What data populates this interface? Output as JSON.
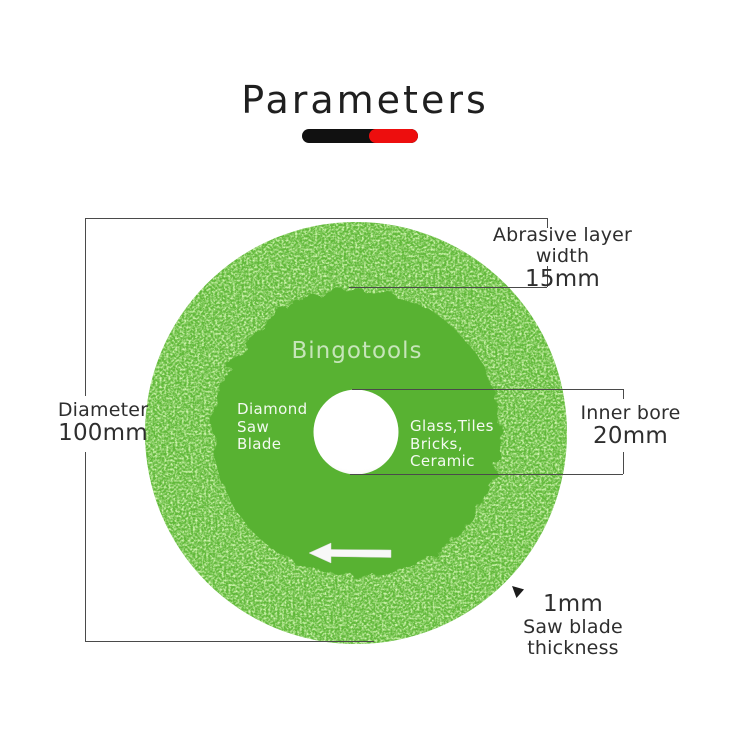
{
  "title": "Parameters",
  "divider": {
    "black_color": "#111111",
    "red_color": "#ed0e0e"
  },
  "blade": {
    "brand": "Bingotools",
    "left_label": {
      "line1": "Diamond",
      "line2": "Saw",
      "line3": "Blade"
    },
    "right_label": {
      "line1": "Glass,Tiles",
      "line2": "Bricks,",
      "line3": "Ceramic"
    },
    "colors": {
      "abrasive_ring": "#5fb838",
      "inner_disc": "#58b233",
      "bore": "#ffffff"
    }
  },
  "annotations": {
    "abrasive": {
      "label": "Abrasive layer width",
      "value": "15mm"
    },
    "diameter": {
      "label": "Diameter",
      "value": "100mm"
    },
    "inner_bore": {
      "label": "Inner bore",
      "value": "20mm"
    },
    "thickness": {
      "value": "1mm",
      "label": "Saw blade thickness"
    }
  },
  "line_color": "#4a4a4a"
}
